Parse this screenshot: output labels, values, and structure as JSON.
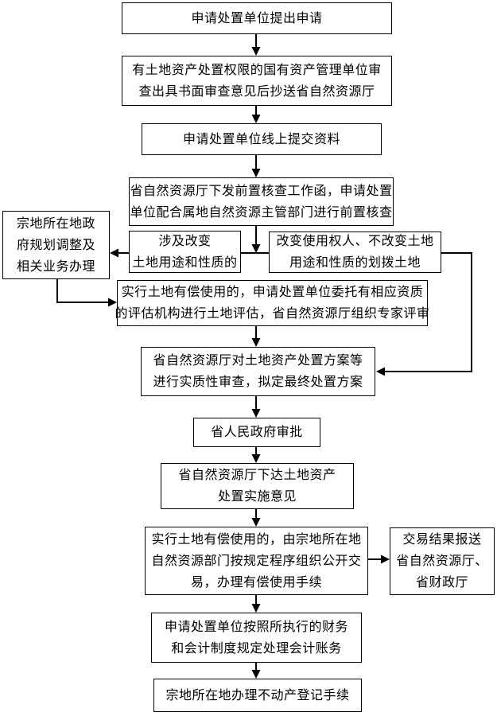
{
  "colors": {
    "line": "#000000",
    "text": "#000000",
    "background": "#ffffff"
  },
  "nodes": {
    "apply": {
      "lines": [
        "申请处置单位提出申请"
      ]
    },
    "asset_review": {
      "lines": [
        "有土地资产处置权限的国有资产管理单位审",
        "查出具书面审查意见后抄送省自然资源厅"
      ]
    },
    "online_submit": {
      "lines": [
        "申请处置单位线上提交资料"
      ]
    },
    "precheck": {
      "lines": [
        "省自然资源厅下发前置核查工作函，申请处置",
        "单位配合属地自然资源主管部门进行前置核查"
      ]
    },
    "gov_planning": {
      "lines": [
        "宗地所在地政",
        "府规划调整及",
        "相关业务办理"
      ]
    },
    "cond_change": {
      "lines": [
        "涉及改变",
        "土地用途和性质的"
      ]
    },
    "cond_nochange": {
      "lines": [
        "改变使用权人、不改变土地",
        "用途和性质的划拨土地"
      ]
    },
    "valuation": {
      "lines": [
        "实行土地有偿使用的，申请处置单位委托有相应资质",
        "的评估机构进行土地评估，省自然资源厅组织专家评审"
      ]
    },
    "final_plan": {
      "lines": [
        "省自然资源厅对土地资产处置方案等",
        "进行实质性审查，拟定最终处置方案"
      ]
    },
    "gov_approval": {
      "lines": [
        "省人民政府审批"
      ]
    },
    "implementation": {
      "lines": [
        "省自然资源厅下达土地资产",
        "处置实施意见"
      ]
    },
    "public_trade": {
      "lines": [
        "实行土地有偿使用的，由宗地所在地",
        "自然资源部门按规定程序组织公开交",
        "易，办理有偿使用手续"
      ]
    },
    "trade_report": {
      "lines": [
        "交易结果报送",
        "省自然资源厅、",
        "省财政厅"
      ]
    },
    "accounting": {
      "lines": [
        "申请处置单位按照所执行的财务",
        "和会计制度规定处理会计账务"
      ]
    },
    "registration": {
      "lines": [
        "宗地所在地办理不动产登记手续"
      ]
    }
  }
}
